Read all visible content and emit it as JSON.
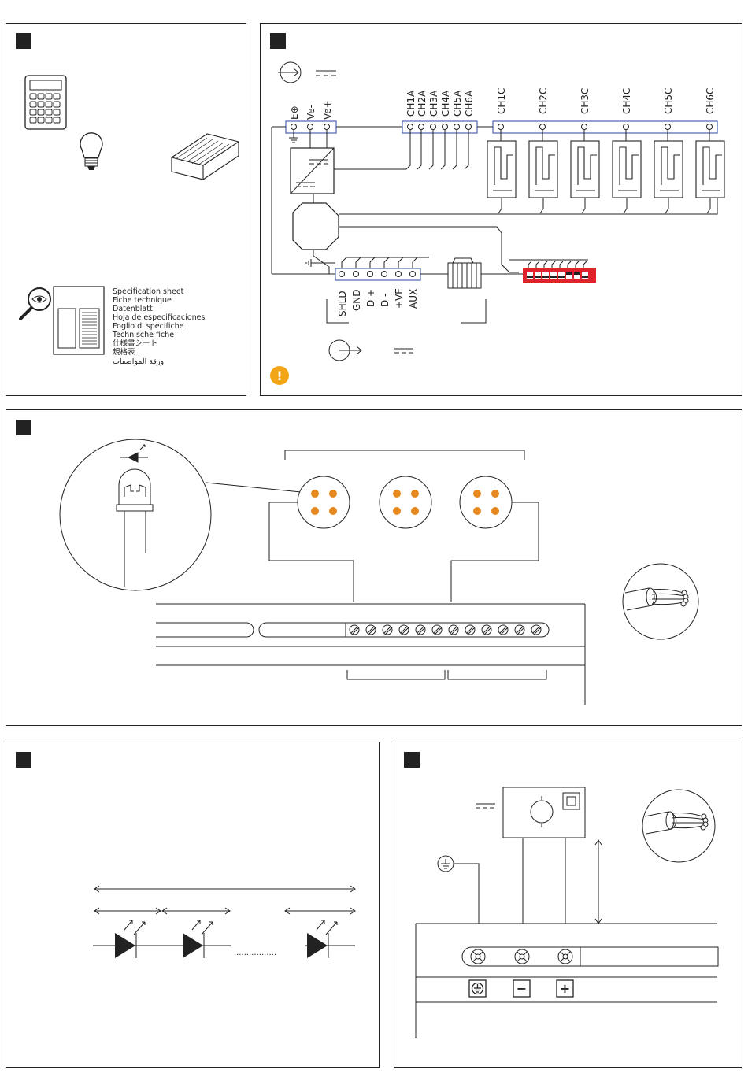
{
  "spec_languages": [
    "Specification sheet",
    "Fiche technique",
    "Datenblatt",
    "Hoja de especificaciones",
    "Foglio di specifiche",
    "Technische fiche",
    "仕様書シート",
    "規格表",
    "ورقة المواصفات"
  ],
  "power_terminals": [
    "E⊕",
    "Ve-",
    "Ve+"
  ],
  "channel_a_labels": [
    "CH1A",
    "CH2A",
    "CH3A",
    "CH4A",
    "CH5A",
    "CH6A"
  ],
  "channel_c_labels": [
    "CH1C",
    "CH2C",
    "CH3C",
    "CH4C",
    "CH5C",
    "CH6C"
  ],
  "dmx_terminals": [
    "SHLD",
    "GND",
    "D +",
    "D -",
    "+VE",
    "AUX"
  ],
  "caution_symbol": "!",
  "led_dots": ".................",
  "terminal_signs": [
    "⏚",
    "−",
    "+"
  ],
  "colors": {
    "accent_blue": "#5b6fb5",
    "dip_red": "#e0222a",
    "led_orange": "#e7891e",
    "warning_yellow": "#f2a516"
  }
}
